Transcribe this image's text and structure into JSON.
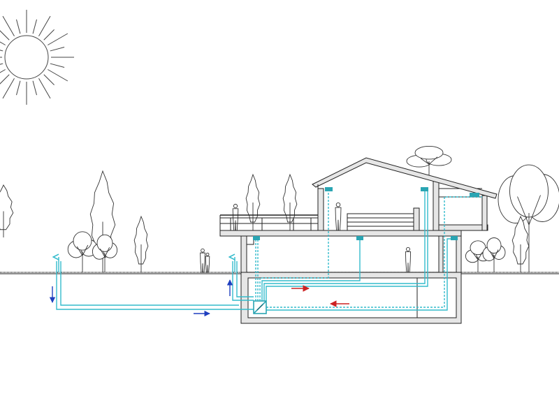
{
  "diagram": {
    "subject": "ventilation-with-ground-heat-exchanger-section",
    "colors": {
      "line": "#222222",
      "wall_fill": "#e6e6e6",
      "duct": "#33bbcc",
      "unit": "#2aa5b3",
      "flow_supply": "#cc2222",
      "flow_exhaust": "#cc2222",
      "flow_outdoor": "#1f3fbf",
      "background": "#ffffff"
    },
    "icons": [
      "sun-icon",
      "tree-icon",
      "person-icon",
      "ventilation-unit-icon",
      "air-vent-icon",
      "flow-arrow-icon"
    ],
    "elements": {
      "ground_air_intake_pipe": "ground-air-intake",
      "ventilation_unit": "heat-recovery-unit",
      "supply_air_direction": "right",
      "exhaust_air_direction": "left",
      "outdoor_air_direction": "right"
    }
  }
}
